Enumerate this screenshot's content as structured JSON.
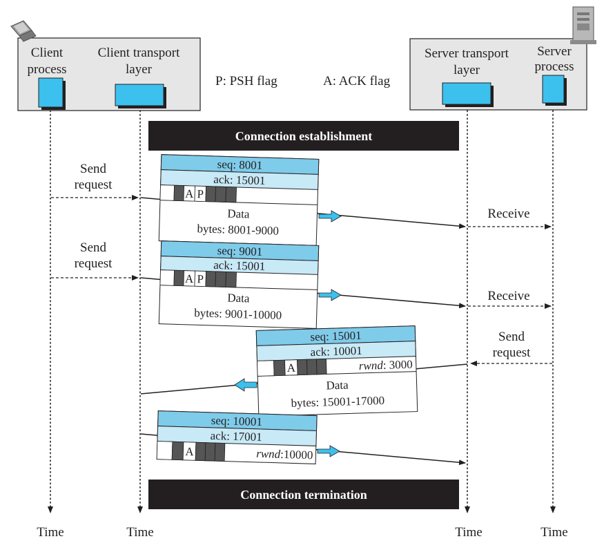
{
  "client_box": {
    "process_label": [
      "Client",
      "process"
    ],
    "transport_label": "Client transport",
    "transport_label_2": "layer"
  },
  "server_box": {
    "transport_label": "Server transport",
    "transport_label_2": "layer",
    "process_label": [
      "Server",
      "process"
    ]
  },
  "legend": {
    "psh": "P: PSH flag",
    "ack": "A: ACK flag"
  },
  "banners": {
    "establishment": "Connection establishment",
    "termination": "Connection termination"
  },
  "time_labels": [
    "Time",
    "Time",
    "Time",
    "Time"
  ],
  "segments": [
    {
      "seq": "seq: 8001",
      "ack": "ack: 15001",
      "flags": [
        "A",
        "P"
      ],
      "rwnd_label": "",
      "rwnd_value": "",
      "data_label": "Data",
      "bytes": "bytes: 8001-9000"
    },
    {
      "seq": "seq: 9001",
      "ack": "ack: 15001",
      "flags": [
        "A",
        "P"
      ],
      "rwnd_label": "",
      "rwnd_value": "",
      "data_label": "Data",
      "bytes": "bytes: 9001-10000"
    },
    {
      "seq": "seq: 15001",
      "ack": "ack: 10001",
      "flags": [
        "A"
      ],
      "rwnd_label": "rwnd",
      "rwnd_value": ": 3000",
      "data_label": "Data",
      "bytes": "bytes: 15001-17000"
    },
    {
      "seq": "seq: 10001",
      "ack": "ack: 17001",
      "flags": [
        "A"
      ],
      "rwnd_label": "rwnd",
      "rwnd_value": ":10000",
      "data_label": "",
      "bytes": ""
    }
  ],
  "actions": {
    "send_request_1": [
      "Send",
      "request"
    ],
    "send_request_2": [
      "Send",
      "request"
    ],
    "receive_1": "Receive",
    "receive_2": "Receive",
    "server_send_request": [
      "Send",
      "request"
    ]
  },
  "colors": {
    "header_blue": "#7fcbea",
    "row_blue": "#c8e9f6",
    "process_blue": "#3cc0ee",
    "panel_gray": "#e6e6e6",
    "banner_black": "#231f20",
    "flag_gray": "#555555"
  },
  "icons": {
    "client": "laptop-icon",
    "server": "server-tower-icon",
    "direction": "arrow-icon"
  }
}
